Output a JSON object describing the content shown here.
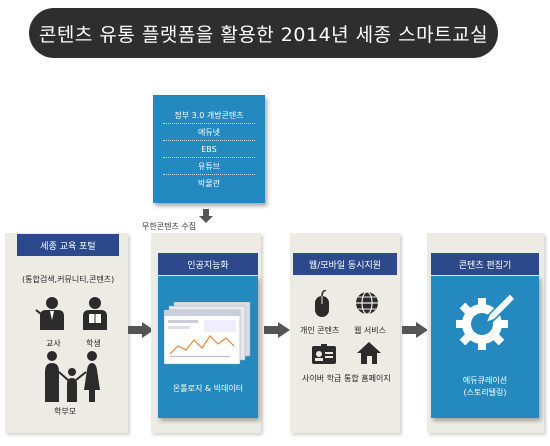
{
  "title": "콘텐츠 유통 플랫폼을 활용한 2014년 세종 스마트교실",
  "source": {
    "items": [
      "정부 3.0 개방콘텐츠",
      "에듀넷",
      "EBS",
      "유튜브",
      "박물관"
    ]
  },
  "collect_label": "무한콘텐츠 수집",
  "portal": {
    "header": "세종 교육 포털",
    "subtitle": "(통합검색,커뮤니티,콘텐츠)",
    "teacher": "교사",
    "student": "학생",
    "parent": "학부모"
  },
  "ai": {
    "header": "인공지능화",
    "caption": "온톨로지 & 빅데이터"
  },
  "web": {
    "header": "웹/모바일 동시지원",
    "personal": "개인 콘텐츠",
    "service": "웹 서비스",
    "cyber": "사이버 학급",
    "homepage": "통합 홈페이지"
  },
  "editor": {
    "header": "콘텐츠 편집기",
    "caption_1": "에듀큐레이션",
    "caption_2": "(스토리텔링)"
  },
  "colors": {
    "title_bg": "#2e2e2e",
    "navy": "#2c4a8b",
    "blue": "#2389bf",
    "panel_bg": "#ecebe4",
    "arrow": "#555555"
  }
}
